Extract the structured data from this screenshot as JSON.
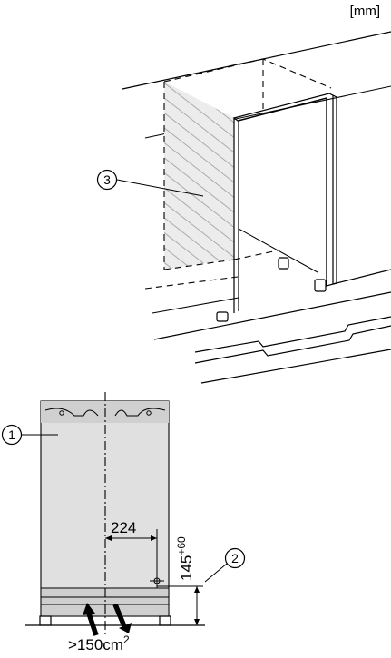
{
  "unit_label": "[mm]",
  "callouts": {
    "c1": "1",
    "c2": "2",
    "c3": "3"
  },
  "dimensions": {
    "horizontal": "224",
    "vertical_base": "145",
    "vertical_sup": "+60",
    "ventilation_prefix": ">150cm",
    "ventilation_sup": "2"
  },
  "colors": {
    "line": "#000000",
    "hatch": "#9a9a9a",
    "panel": "#e0e0e0",
    "panel_dark": "#c8c8c8"
  },
  "icons": [
    "callout-circle",
    "hatch-pattern",
    "airflow-arrow-in",
    "airflow-arrow-out",
    "centerline"
  ]
}
